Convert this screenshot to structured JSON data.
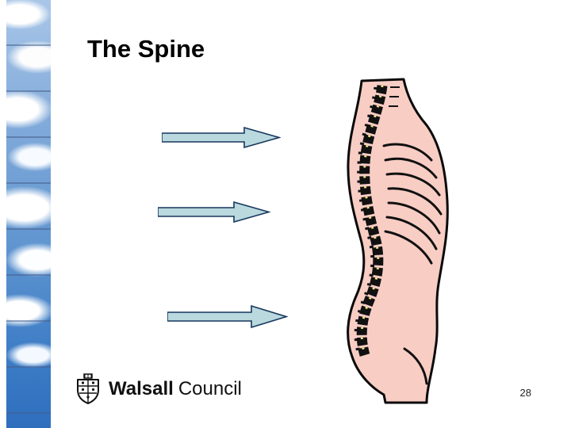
{
  "slide": {
    "title": "The Spine",
    "page_number": "28"
  },
  "logo": {
    "bold": "Walsall",
    "regular": "Council"
  },
  "illustration": {
    "name": "spine-side-view",
    "description": "Side view of a human torso showing the curvature of the spinal column and rib cage"
  },
  "arrows": {
    "count": 3,
    "direction": "right"
  },
  "colors": {
    "arrow_fill": "#b9d9de",
    "arrow_stroke": "#17375e",
    "body_fill": "#f8cdc4",
    "outline": "#000000",
    "vertebra_highlight": "#f5e87e",
    "sky_blue": "#4a84c9"
  }
}
